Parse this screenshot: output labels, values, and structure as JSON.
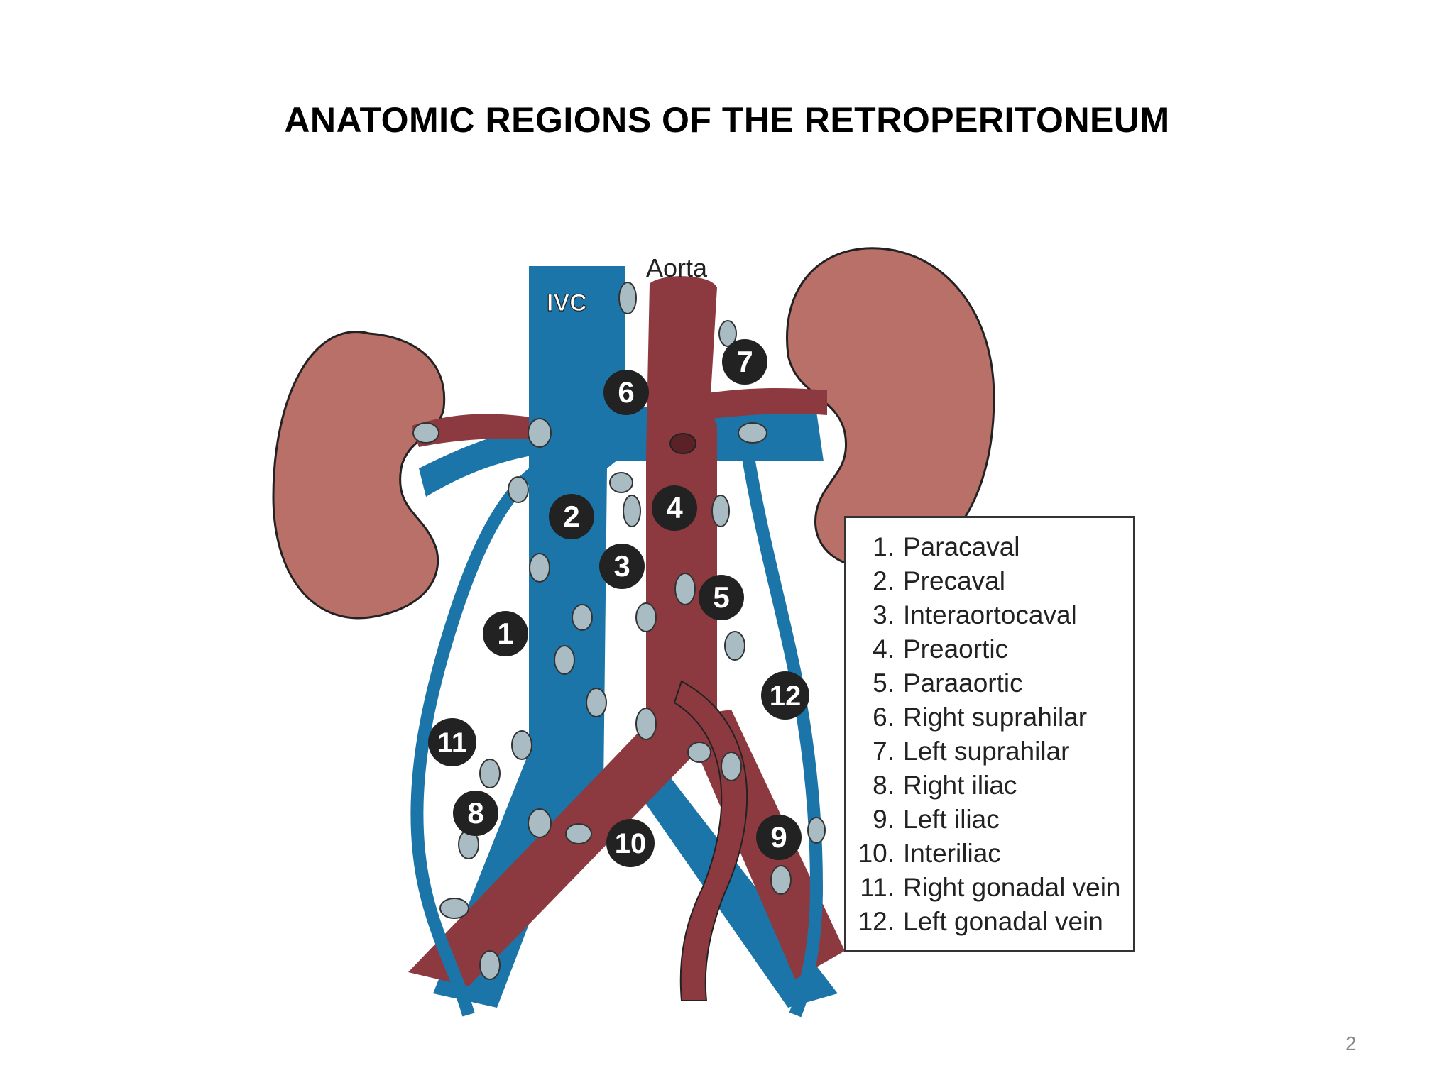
{
  "slide": {
    "title": "ANATOMIC REGIONS OF THE RETROPERITONEUM",
    "page_number": "2"
  },
  "diagram": {
    "labels": {
      "aorta": "Aorta",
      "ivc": "IVC"
    },
    "markers": [
      "1",
      "2",
      "3",
      "4",
      "5",
      "6",
      "7",
      "8",
      "9",
      "10",
      "11",
      "12"
    ],
    "legend": [
      {
        "num": "1.",
        "text": "Paracaval"
      },
      {
        "num": "2.",
        "text": "Precaval"
      },
      {
        "num": "3.",
        "text": "Interaortocaval"
      },
      {
        "num": "4.",
        "text": "Preaortic"
      },
      {
        "num": "5.",
        "text": "Paraaortic"
      },
      {
        "num": "6.",
        "text": "Right suprahilar"
      },
      {
        "num": "7.",
        "text": "Left suprahilar"
      },
      {
        "num": "8.",
        "text": "Right iliac"
      },
      {
        "num": "9.",
        "text": "Left iliac"
      },
      {
        "num": "10.",
        "text": "Interiliac"
      },
      {
        "num": "11.",
        "text": "Right gonadal vein"
      },
      {
        "num": "12.",
        "text": "Left gonadal vein"
      }
    ],
    "colors": {
      "vein": "#1b75a8",
      "artery": "#8c3a40",
      "kidney": "#b87068",
      "node": "#a9bcc4",
      "marker": "#222222"
    }
  }
}
